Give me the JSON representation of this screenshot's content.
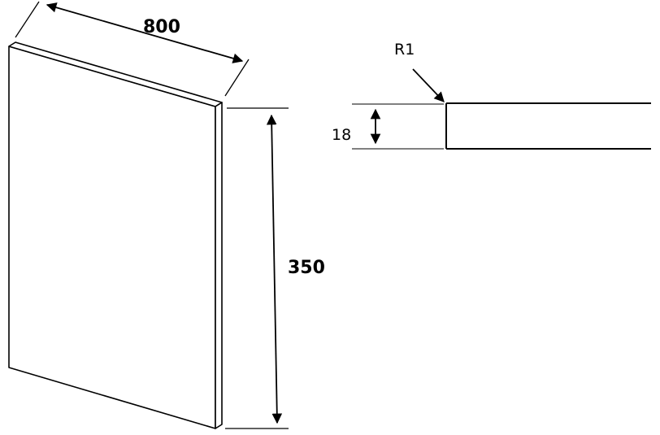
{
  "panel_drawing": {
    "width_label": "800",
    "height_label": "350"
  },
  "edge_detail": {
    "radius_label": "R1",
    "thickness_label": "18"
  },
  "colors": {
    "line": "#000000",
    "background": "#ffffff"
  }
}
